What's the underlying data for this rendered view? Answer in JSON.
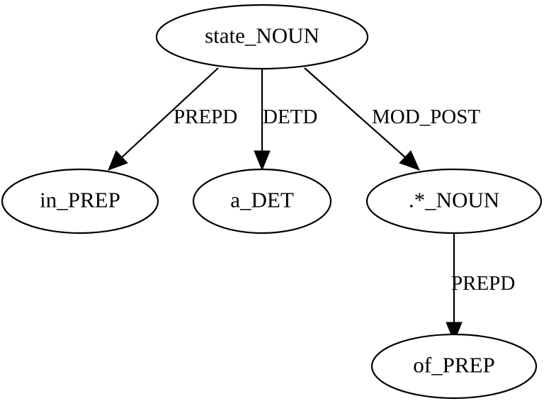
{
  "diagram": {
    "nodes": {
      "state": "state_NOUN",
      "in_prep": "in_PREP",
      "a_det": "a_DET",
      "noun": ".*_NOUN",
      "of_prep": "of_PREP"
    },
    "edges": {
      "state_to_in": "PREPD",
      "state_to_a": "DETD",
      "state_to_noun": "MOD_POST",
      "noun_to_of": "PREPD"
    }
  }
}
